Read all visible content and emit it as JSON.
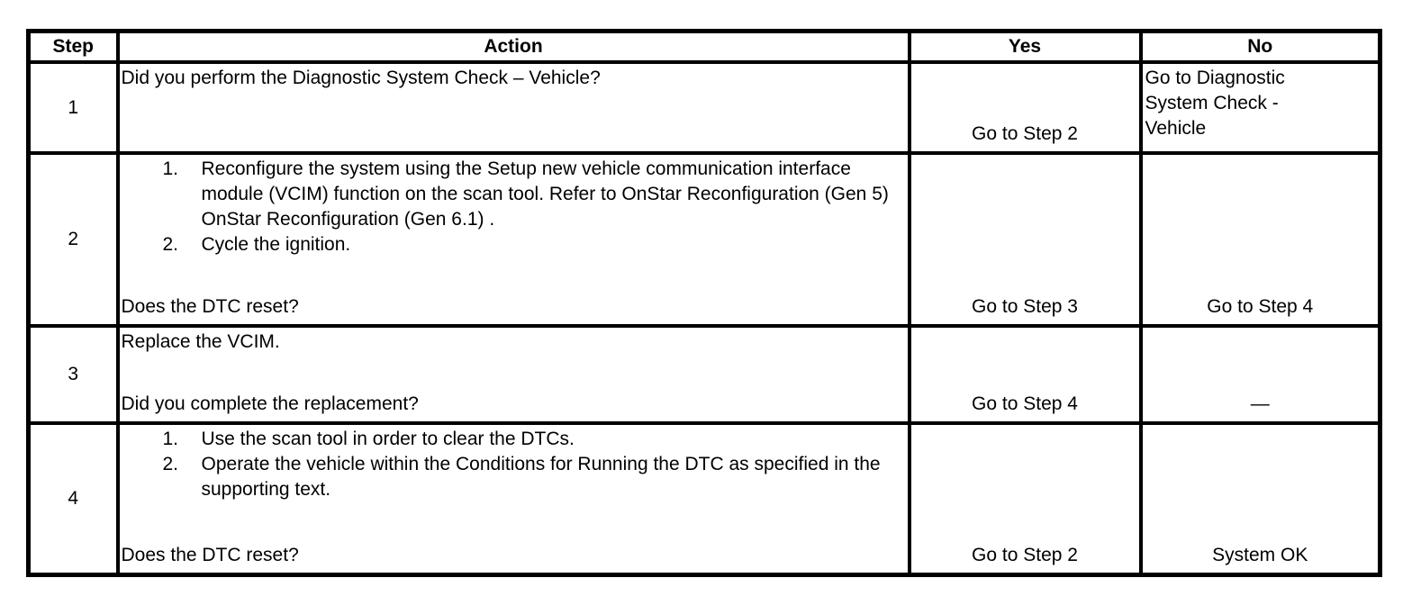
{
  "table": {
    "headers": {
      "step": "Step",
      "action": "Action",
      "yes": "Yes",
      "no": "No"
    },
    "rows": [
      {
        "step": "1",
        "action_text": "Did you perform the Diagnostic System Check – Vehicle?",
        "yes": "Go to Step 2",
        "no_lines": [
          "Go to Diagnostic",
          "System Check -",
          "Vehicle"
        ]
      },
      {
        "step": "2",
        "action_list": [
          {
            "n": "1.",
            "text": "Reconfigure the system using the Setup new vehicle communication interface module (VCIM) function on the scan tool. Refer to OnStar Reconfiguration (Gen 5) OnStar Reconfiguration (Gen 6.1) ."
          },
          {
            "n": "2.",
            "text": "Cycle the ignition."
          }
        ],
        "question": "Does the DTC reset?",
        "yes": "Go to Step 3",
        "no": "Go to Step 4"
      },
      {
        "step": "3",
        "action_text": "Replace the VCIM.",
        "question": "Did you complete the replacement?",
        "yes": "Go to Step 4",
        "no": "—"
      },
      {
        "step": "4",
        "action_list": [
          {
            "n": "1.",
            "text": "Use the scan tool in order to clear the DTCs."
          },
          {
            "n": "2.",
            "text": "Operate the vehicle within the Conditions for Running the DTC as specified in the supporting text."
          }
        ],
        "question": "Does the DTC reset?",
        "yes": "Go to Step 2",
        "no": "System OK"
      }
    ]
  },
  "colors": {
    "border": "#000000",
    "text": "#000000",
    "background": "#ffffff"
  }
}
